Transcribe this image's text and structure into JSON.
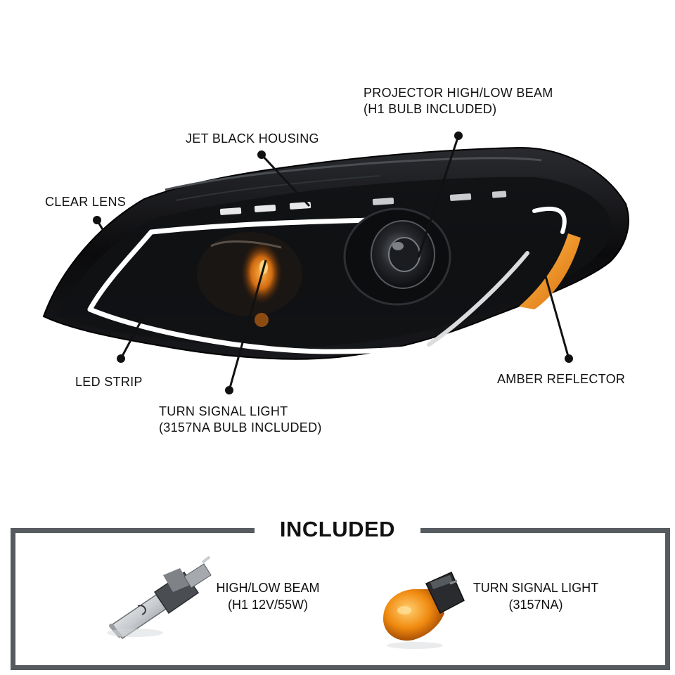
{
  "callouts": {
    "projector": {
      "line1": "PROJECTOR HIGH/LOW BEAM",
      "line2": "(H1 BULB INCLUDED)"
    },
    "housing": {
      "line1": "JET BLACK HOUSING"
    },
    "lens": {
      "line1": "CLEAR LENS"
    },
    "led": {
      "line1": "LED STRIP"
    },
    "turn": {
      "line1": "TURN SIGNAL LIGHT",
      "line2": "(3157NA BULB INCLUDED)"
    },
    "amber": {
      "line1": "AMBER REFLECTOR"
    }
  },
  "included": {
    "title": "INCLUDED",
    "items": [
      {
        "line1": "HIGH/LOW BEAM",
        "line2": "(H1 12V/55W)",
        "icon": "h1-bulb-icon"
      },
      {
        "line1": "TURN SIGNAL LIGHT",
        "line2": "(3157NA)",
        "icon": "3157na-bulb-icon"
      }
    ]
  },
  "colors": {
    "housing": "#0b0b0d",
    "led_strip": "#ffffff",
    "amber": "#f29a1a",
    "frame": "#555b5f"
  }
}
